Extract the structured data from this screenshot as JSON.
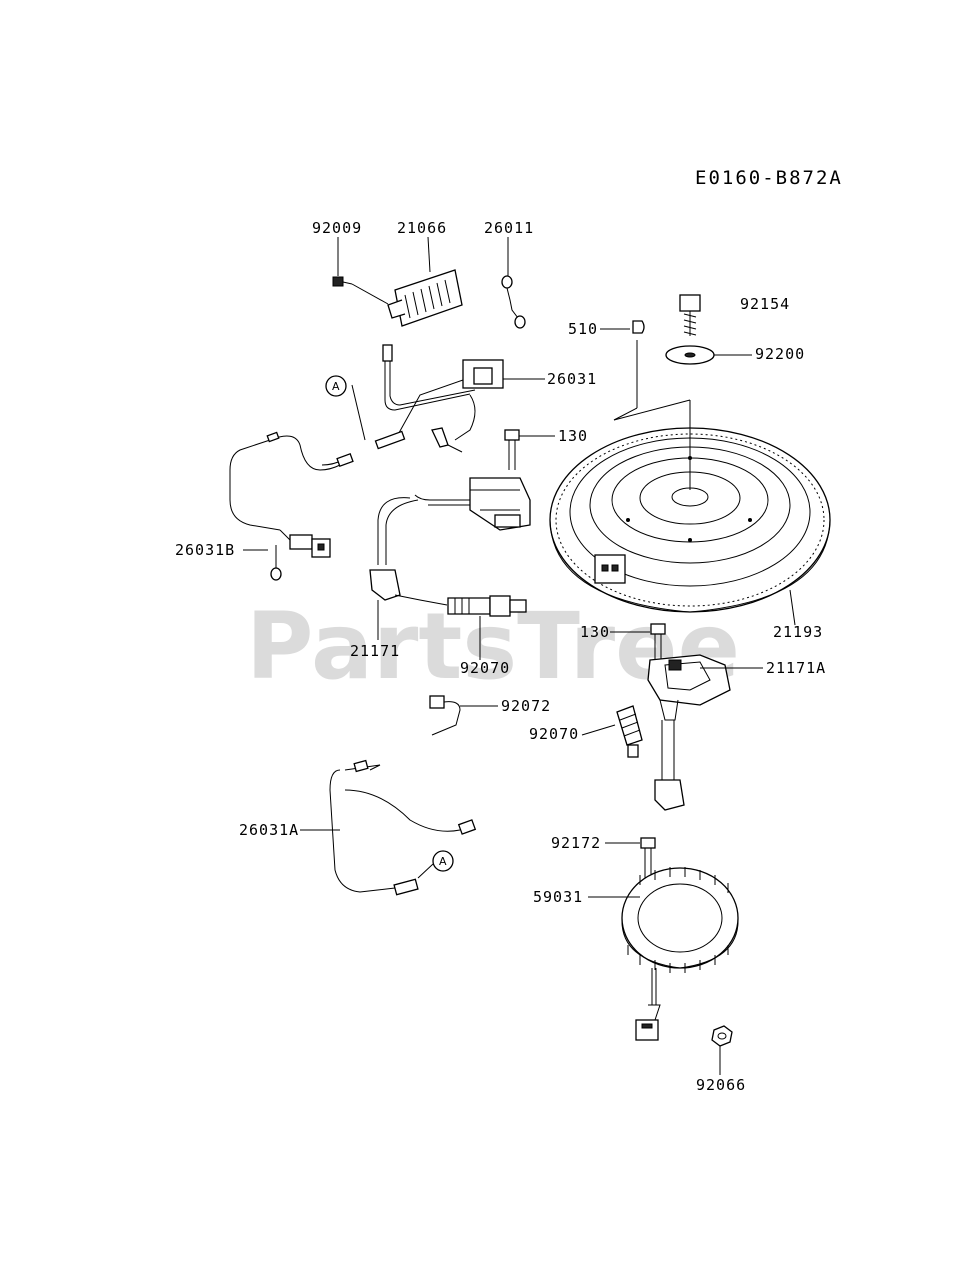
{
  "diagram_code": "E0160-B872A",
  "watermark": "PartsTree",
  "parts": {
    "p92009": "92009",
    "p21066": "21066",
    "p26011": "26011",
    "p92154": "92154",
    "p510": "510",
    "p92200": "92200",
    "p26031": "26031",
    "p130a": "130",
    "p26031B": "26031B",
    "p21171": "21171",
    "p92070a": "92070",
    "p21193": "21193",
    "p130b": "130",
    "p21171A": "21171A",
    "p92072": "92072",
    "p92070b": "92070",
    "p26031A": "26031A",
    "p92172": "92172",
    "p59031": "59031",
    "p92066": "92066"
  },
  "connector_marks": {
    "a1": "A",
    "a2": "A"
  }
}
